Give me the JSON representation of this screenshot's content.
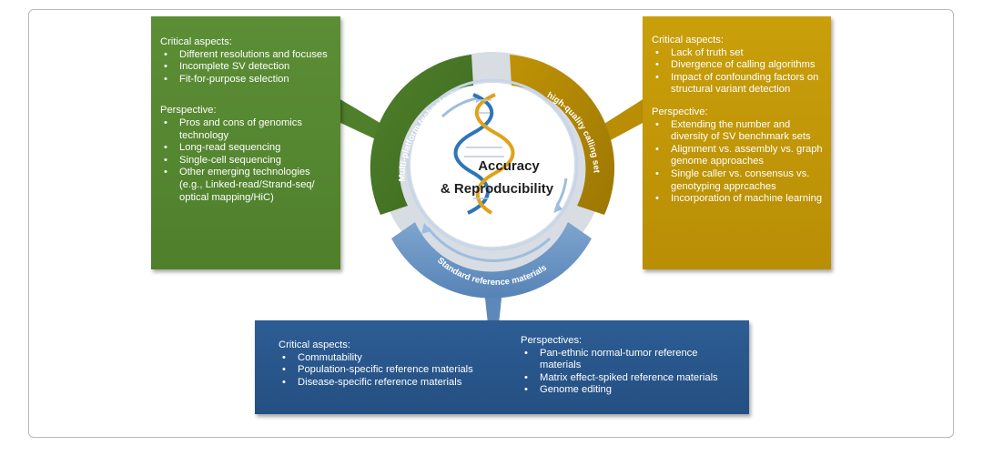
{
  "center": {
    "title_line1": "Accuracy",
    "title_line2": "& Reproducibility"
  },
  "ring_labels": {
    "left": "Multi-platform technologies",
    "right": "high-quality calling set",
    "bottom": "Standard reference materials"
  },
  "colors": {
    "green": "#4f7f2b",
    "gold": "#b98e05",
    "blue": "#2a5a8f",
    "light_blue": "#7fa6cf"
  },
  "left_panel": {
    "critical_title": "Critical aspects:",
    "critical_items": [
      "Different resolutions and focuses",
      "Incomplete SV detection",
      "Fit-for-purpose selection"
    ],
    "perspective_title": "Perspective:",
    "perspective_items": [
      "Pros and cons of genomics technology",
      "Long-read sequencing",
      "Single-cell sequencing",
      "Other emerging technologies (e.g., Linked-read/Strand-seq/ optical mapping/HiC)"
    ]
  },
  "right_panel": {
    "critical_title": "Critical aspects:",
    "critical_items": [
      "Lack of truth set",
      "Divergence of calling algorithms",
      "Impact of confounding factors on structural variant detection"
    ],
    "perspective_title": "Perspective:",
    "perspective_items": [
      "Extending the number and diversity of SV benchmark sets",
      "Alignment vs. assembly vs. graph genome approaches",
      "Single caller vs. consensus vs. genotyping apprcaches",
      "Incorporation of machine learning"
    ]
  },
  "bottom_panel": {
    "critical_title": "Critical aspects:",
    "critical_items": [
      "Commutability",
      "Population-specific reference materials",
      "Disease-specific reference materials"
    ],
    "perspective_title": "Perspectives:",
    "perspective_items": [
      "Pan-ethnic normal-tumor reference materials",
      "Matrix effect-spiked reference materials",
      "Genome editing"
    ]
  }
}
